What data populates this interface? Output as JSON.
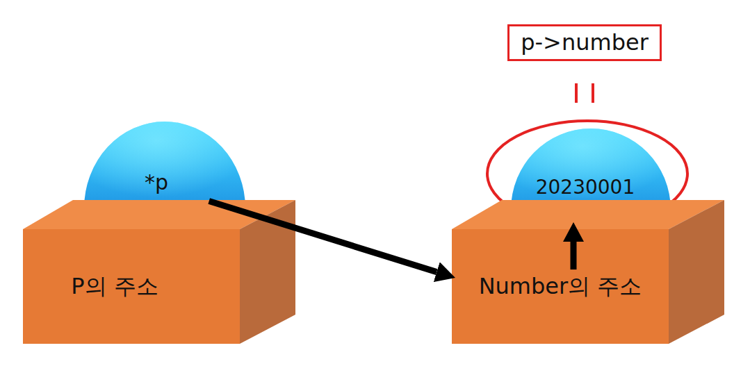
{
  "diagram": {
    "nodes": [
      {
        "text": [
          "p->number"
        ]
      },
      {
        "text": [
          "*p"
        ]
      },
      {
        "text": [
          "20230001"
        ]
      },
      {
        "text": [
          "P의 주소"
        ]
      },
      {
        "text": [
          "Number의 주소"
        ]
      }
    ],
    "edges": [
      {
        "from": 1,
        "to": 4,
        "arrow": "to"
      },
      {
        "from": 4,
        "to": 2,
        "arrow": "to"
      },
      {
        "from": 0,
        "to": 2,
        "arrow": "none"
      }
    ]
  }
}
